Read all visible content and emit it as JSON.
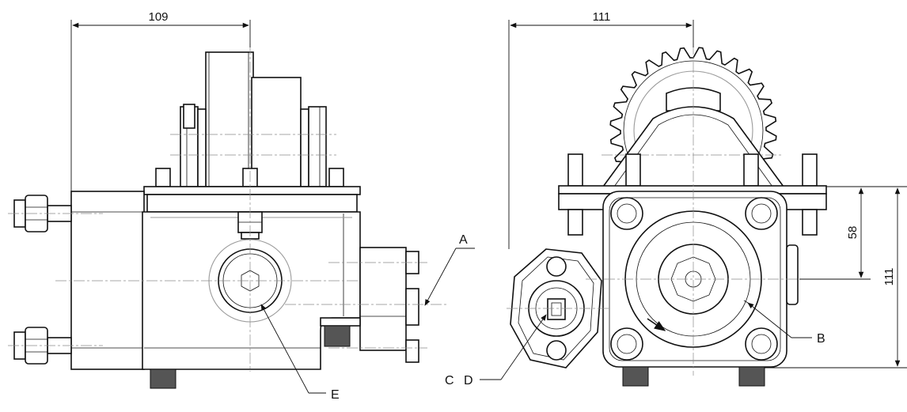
{
  "dimensions": {
    "left_width": "109",
    "right_width": "111",
    "right_partial_height": "58",
    "right_total_height": "111"
  },
  "callouts": {
    "A": "A",
    "B": "B",
    "C": "C",
    "D": "D",
    "E": "E"
  },
  "colors": {
    "line": "#111111",
    "centerline": "#8a8a8a",
    "bolt_fill": "#555555"
  }
}
